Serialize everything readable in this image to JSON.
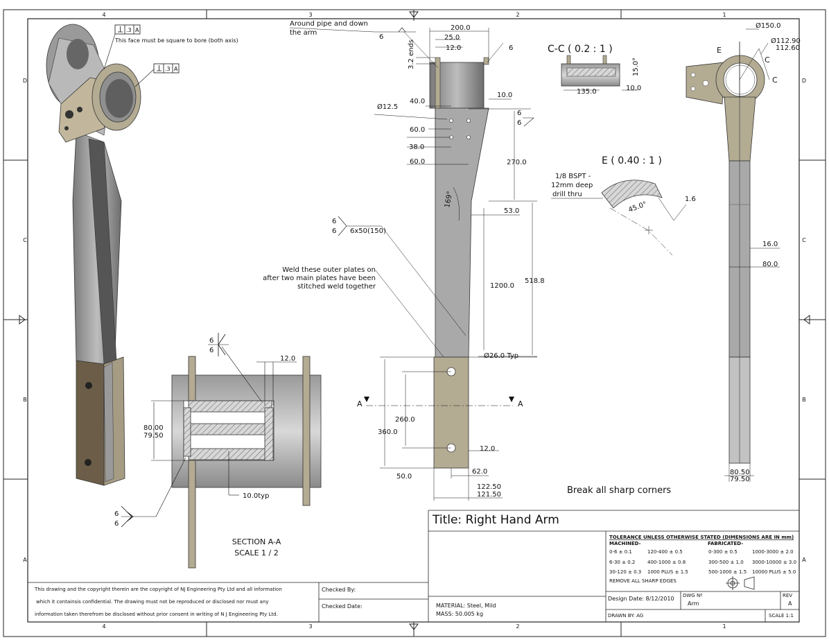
{
  "border": {
    "top_zones": [
      "4",
      "3",
      "2",
      "1"
    ],
    "bottom_zones": [
      "4",
      "3",
      "2",
      "1"
    ],
    "left_zones": [
      "D",
      "C",
      "B",
      "A"
    ],
    "right_zones": [
      "D",
      "C",
      "B",
      "A"
    ]
  },
  "notes": {
    "square_note": "This face must be square to bore (both axis)",
    "square_fcf_1": ".3",
    "square_fcf_1_datum": "A",
    "square_fcf_2": ".3",
    "square_fcf_2_datum": "A",
    "around_pipe_1": "Around pipe and down",
    "around_pipe_2": "the arm",
    "weld_outer_1": "Weld these outer plates on",
    "weld_outer_2": "after two main plates have been",
    "weld_outer_3": "stitched weld together",
    "break_corners": "Break all sharp corners",
    "bspt_1": "1/8 BSPT -",
    "bspt_2": "12mm deep",
    "bspt_3": "drill thru"
  },
  "weld_symbols": {
    "w6": "6",
    "stitch": "6x50(150)"
  },
  "front_view": {
    "dims": [
      "200.0",
      "25.0",
      "12.0",
      "3.2 ends",
      "10.0",
      "Ø12.5",
      "40.0",
      "60.0",
      "38.0",
      "60.0",
      "270.0",
      "169°",
      "53.0",
      "1200.0",
      "518.8",
      "Ø26.0 Typ",
      "260.0",
      "360.0",
      "12.0",
      "50.0",
      "62.0",
      "122.50",
      "121.50"
    ],
    "section_letter": "A"
  },
  "section_cc": {
    "label": "C-C ( 0.2 : 1 )",
    "dims": [
      "135.0",
      "10.0",
      "15.0°"
    ]
  },
  "detail_e": {
    "label": "E ( 0.40 : 1 )",
    "dims": [
      "45.0°",
      "1.6"
    ]
  },
  "side_view": {
    "dims": [
      "Ø150.0",
      "Ø112.90",
      "112.60",
      "16.0",
      "80.0",
      "80.50",
      "79.50"
    ],
    "markers": [
      "E",
      "C",
      "C"
    ]
  },
  "section_aa": {
    "dims": [
      "12.0",
      "80.00",
      "79.50",
      "10.0typ"
    ],
    "title": "SECTION A-A",
    "scale": "SCALE 1 / 2"
  },
  "title_block": {
    "title": "Title: Right Hand Arm",
    "copyright_1": "This drawing and the copyright therein are the copyright of NJ Engineering Pty Ltd and all information",
    "copyright_2": "which it containsis confidential. The drawing must not be reproduced or disclosed nor must any",
    "copyright_3": "information taken therefrom be disclosed without prior consent in writing of N J Engineering Pty Ltd.",
    "checked_by": "Checked By:",
    "checked_date": "Checked Date:",
    "material": "MATERIAL: Steel, Mild",
    "mass": "MASS: 50.005 kg",
    "tolerance_header": "TOLERANCE UNLESS OTHERWISE STATED  (DIMENSIONS ARE IN mm)",
    "machined": "MACHINED-",
    "fabricated": "FABRICATED-",
    "machined_rows": [
      [
        "0-6 ± 0.1",
        "120-400 ± 0.5"
      ],
      [
        "6-30 ± 0.2",
        "400-1000 ± 0.8"
      ],
      [
        "30-120 ± 0.3",
        "1000 PLUS ± 1.5"
      ]
    ],
    "fabricated_rows": [
      [
        "0-300 ± 0.5",
        "1000-3000 ± 2.0"
      ],
      [
        "300-500 ± 1.0",
        "3000-10000 ± 3.0"
      ],
      [
        "500-1000 ± 1.5",
        "10000 PLUS ± 5.0"
      ]
    ],
    "remove_edges": "REMOVE ALL SHARP EDGES",
    "design_date": "Design Date: 8/12/2010",
    "dwg_label": "DWG Nº",
    "dwg_value": "Arm",
    "rev_label": "REV",
    "rev_value": "A",
    "drawn_by": "DRAWN BY: AG",
    "scale": "SCALE 1:1"
  }
}
